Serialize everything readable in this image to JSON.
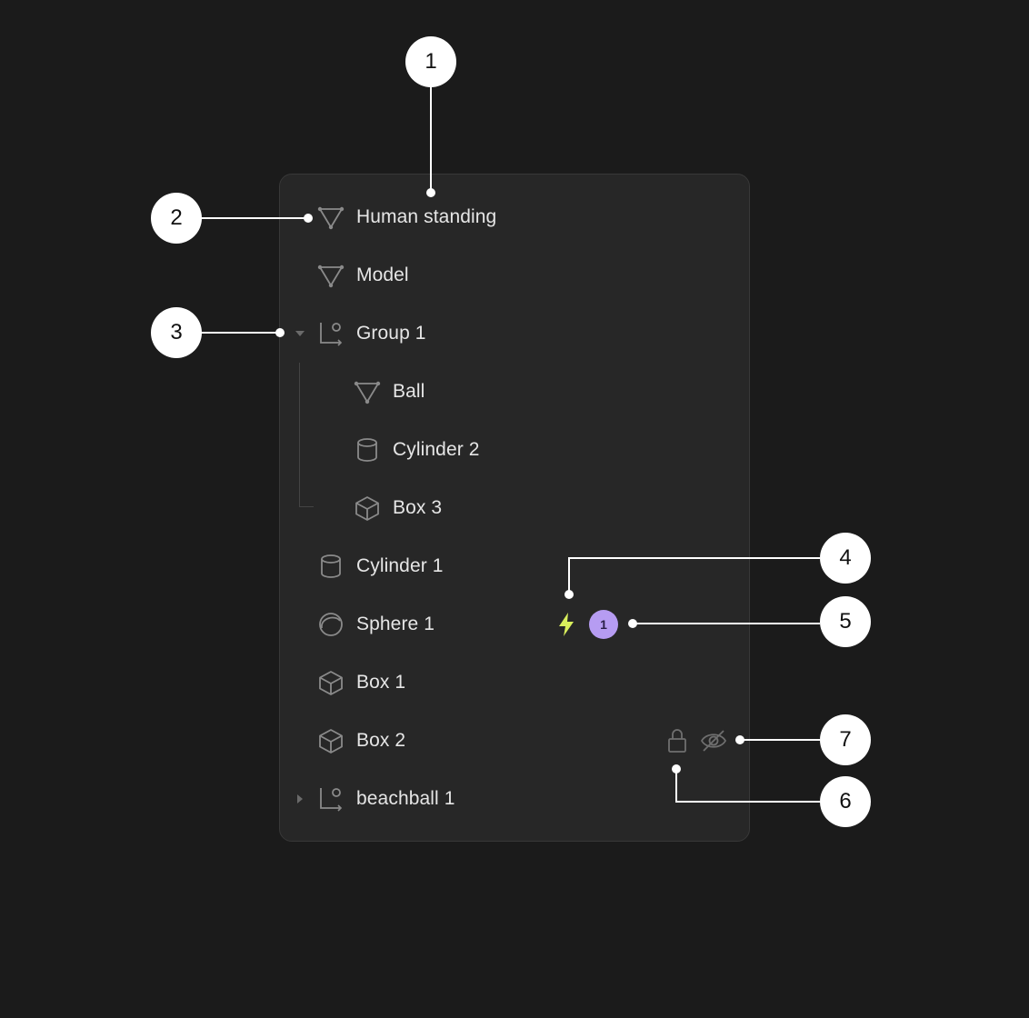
{
  "tree": {
    "items": [
      {
        "label": "Human standing",
        "icon": "mesh-icon"
      },
      {
        "label": "Model",
        "icon": "mesh-icon"
      },
      {
        "label": "Group 1",
        "icon": "group-icon",
        "expanded": true
      },
      {
        "label": "Ball",
        "icon": "mesh-icon"
      },
      {
        "label": "Cylinder 2",
        "icon": "cylinder-icon"
      },
      {
        "label": "Box 3",
        "icon": "cube-icon"
      },
      {
        "label": "Cylinder 1",
        "icon": "cylinder-icon"
      },
      {
        "label": "Sphere 1",
        "icon": "sphere-icon",
        "badge": "1",
        "has_interaction": true
      },
      {
        "label": "Box 1",
        "icon": "cube-icon"
      },
      {
        "label": "Box 2",
        "icon": "cube-icon",
        "locked": true,
        "hidden": true
      },
      {
        "label": "beachball 1",
        "icon": "group-icon",
        "expanded": false
      }
    ]
  },
  "callouts": [
    "1",
    "2",
    "3",
    "4",
    "5",
    "6",
    "7"
  ],
  "colors": {
    "background": "#1b1b1b",
    "panel": "#272727",
    "text": "#e6e6e6",
    "icon": "#8a8a8a",
    "bolt": "#d9ef5c",
    "badge": "#b69cf2",
    "callout": "#ffffff"
  }
}
